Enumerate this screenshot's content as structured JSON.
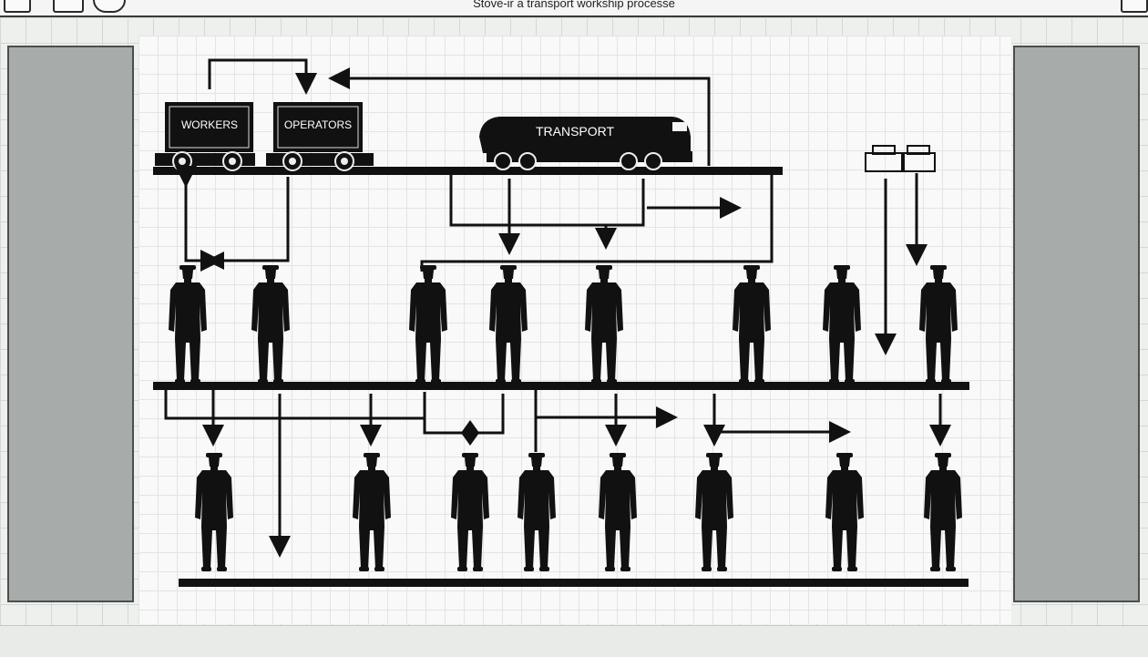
{
  "window": {
    "title": "Stove-ir a transport workship processe"
  },
  "labels": {
    "car_1": "WORKERS",
    "car_2": "OPERATORS",
    "locomotive": "TRANSPORT"
  }
}
